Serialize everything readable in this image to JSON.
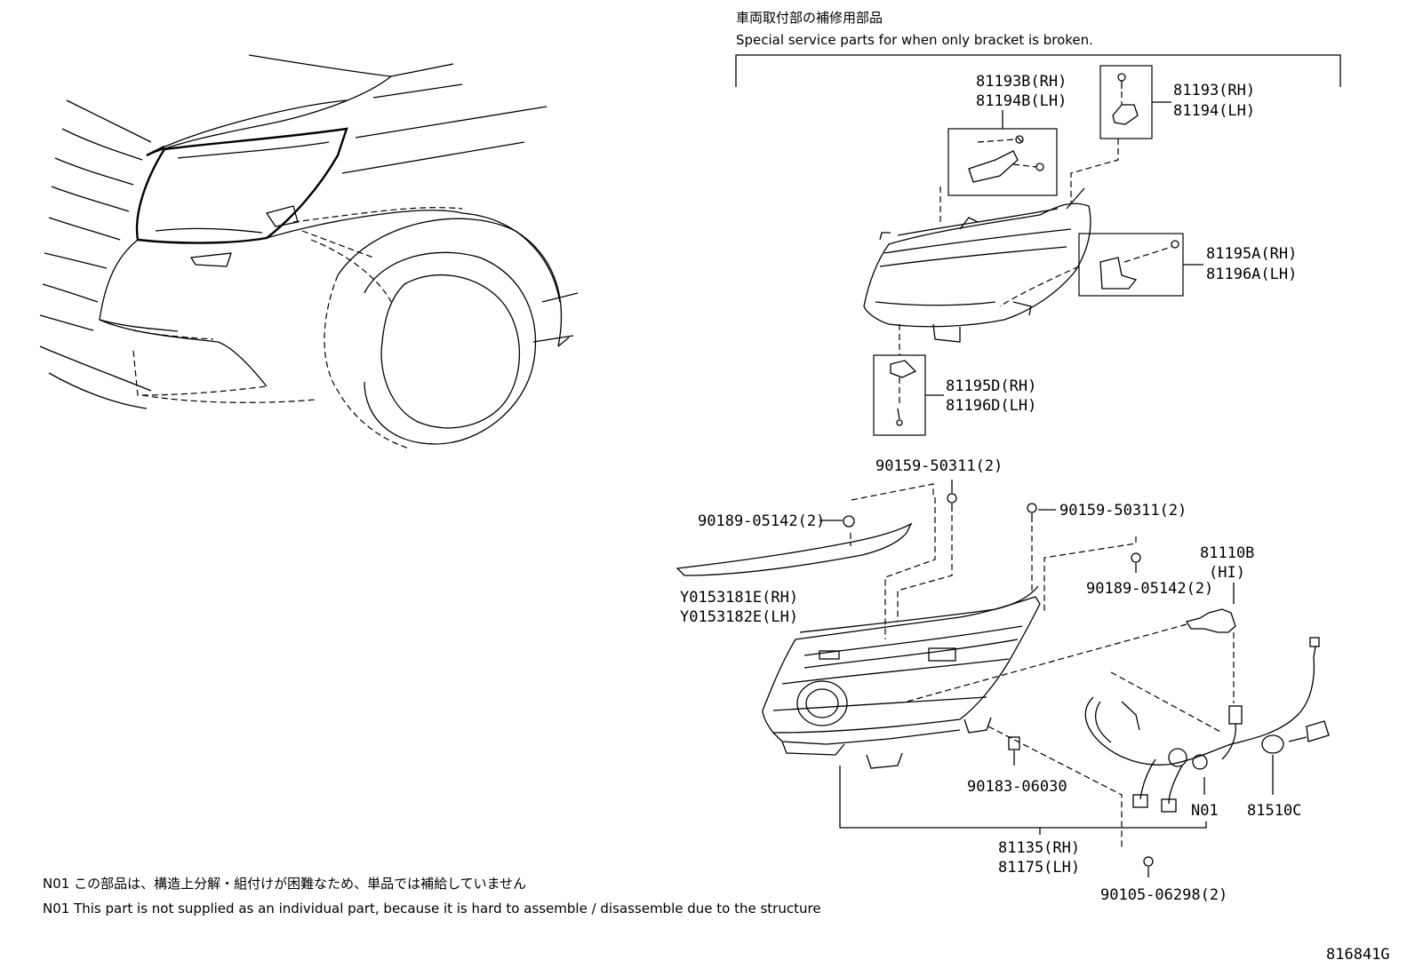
{
  "header": {
    "jp": "車両取付部の補修用部品",
    "en": "Special service parts for when only bracket is broken."
  },
  "parts": {
    "p81193B_rh": "81193B(RH)",
    "p81194B_lh": "81194B(LH)",
    "p81193_rh": "81193(RH)",
    "p81194_lh": "81194(LH)",
    "p81195A_rh": "81195A(RH)",
    "p81196A_lh": "81196A(LH)",
    "p81195D_rh": "81195D(RH)",
    "p81196D_lh": "81196D(LH)",
    "p90159_a": "90159-50311(2)",
    "p90159_b": "90159-50311(2)",
    "p90189_a": "90189-05142(2)",
    "p90189_b": "90189-05142(2)",
    "pY0153181E": "Y0153181E(RH)",
    "pY0153182E": "Y0153182E(LH)",
    "p81110B": "81110B",
    "p81110B_sub": "(HI)",
    "p90183": "90183-06030",
    "pN01": "N01",
    "p81510C": "81510C",
    "p81135_rh": "81135(RH)",
    "p81175_lh": "81175(LH)",
    "p90105": "90105-06298(2)"
  },
  "notes": {
    "jp": "N01 この部品は、構造上分解・組付けが困難なため、単品では補給していません",
    "en": "N01 This part is not supplied as an individual part, because it is hard to assemble / disassemble due to the structure"
  },
  "diagram_id": "816841G"
}
